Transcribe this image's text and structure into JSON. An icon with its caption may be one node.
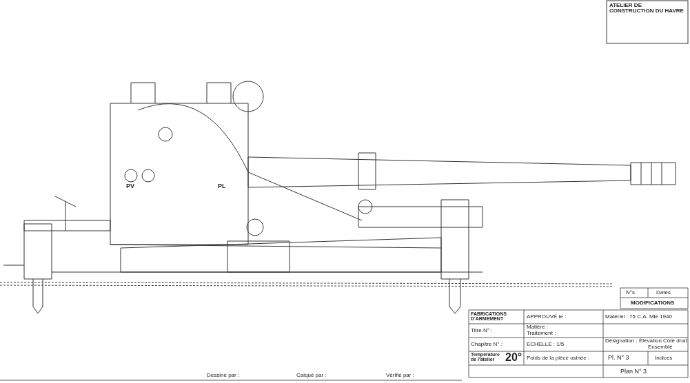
{
  "diagram": {
    "labels": [
      "ATELIER DE CONSTRUCTION DU HAVRE",
      "PV",
      "PL",
      "N°s",
      "Dates",
      "MODIFICATIONS",
      "FABRICATIONS D'ARMEMENT",
      "APPROUVÉ le :",
      "Matériel : 75 C.A. Mle 1940",
      "Titre N° :",
      "Matière :",
      "Traitement :",
      "Chapitre N° :",
      "ECHELLE : 1/5",
      "Désignation : Élévation Côté droit",
      "Ensemble",
      "Température de l'atelier",
      "20°",
      "Poids de la pièce usinée :",
      "Pl. N° 3",
      "Indices",
      "Plan N° 3",
      "Dessiné par :",
      "Calqué par :",
      "Vérifié par :"
    ]
  }
}
